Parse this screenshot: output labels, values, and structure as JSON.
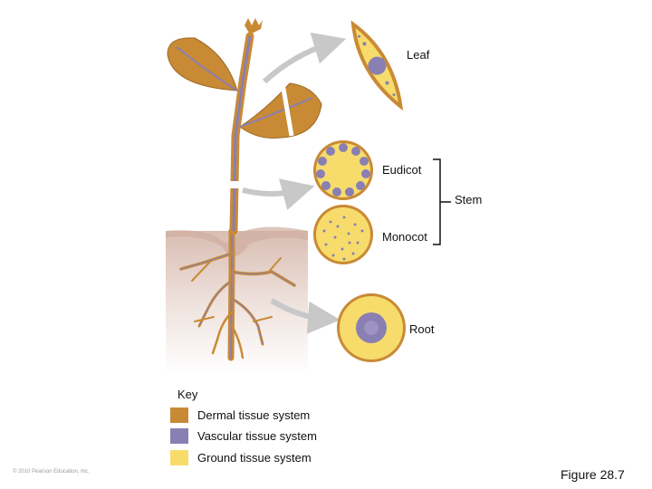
{
  "labels": {
    "leaf": "Leaf",
    "eudicot": "Eudicot",
    "stem": "Stem",
    "monocot": "Monocot",
    "root": "Root"
  },
  "key": {
    "title": "Key",
    "items": [
      {
        "label": "Dermal tissue system",
        "color": "#c98a35"
      },
      {
        "label": "Vascular tissue system",
        "color": "#8a7fb3"
      },
      {
        "label": "Ground tissue system",
        "color": "#f7dc6c"
      }
    ]
  },
  "copyright": "© 2010 Pearson Education, Inc.",
  "figure_label": "Figure 28.7",
  "colors": {
    "dermal": "#c98a35",
    "vascular": "#8a7fb3",
    "ground": "#f7dc6c",
    "soil": "#e2cbc3",
    "arrow": "#c8c8c8"
  }
}
